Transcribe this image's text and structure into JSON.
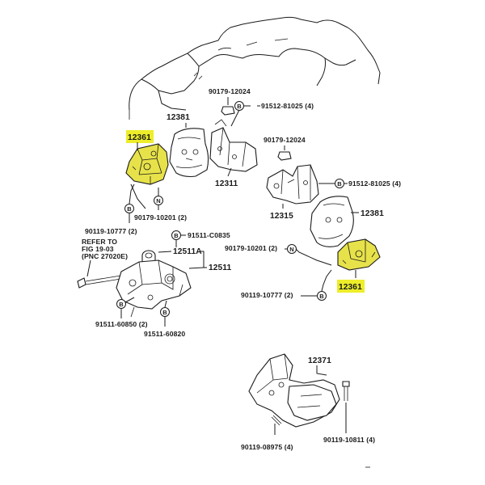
{
  "labels": {
    "p12361_left": "12361",
    "p12381_top": "12381",
    "p90179_12024_a": "90179-12024",
    "p91512_81025_a": "91512-81025 (4)",
    "p90179_12024_b": "90179-12024",
    "p91512_81025_b": "91512-81025 (4)",
    "p12311": "12311",
    "p12315": "12315",
    "p12381_right": "12381",
    "p90119_10777_a": "90119-10777 (2)",
    "p90179_10201_a": "90179-10201 (2)",
    "p90179_10201_b": "90179-10201 (2)",
    "p12361_right": "12361",
    "p90119_10777_b": "90119-10777 (2)",
    "p91511_c0835": "91511-C0835",
    "p12511a": "12511A",
    "p12511": "12511",
    "refer_1": "REFER TO",
    "refer_2": "FIG 19-03",
    "refer_3": "(PNC 27020E)",
    "p91511_60850": "91511-60850 (2)",
    "p91511_60820": "91511-60820",
    "p12371": "12371",
    "p90119_10811": "90119-10811 (4)",
    "p90119_08975": "90119-08975 (4)"
  },
  "badges": {
    "b": "B",
    "n": "N"
  },
  "colors": {
    "highlight": "#eded2a",
    "line": "#1a1a1a"
  }
}
